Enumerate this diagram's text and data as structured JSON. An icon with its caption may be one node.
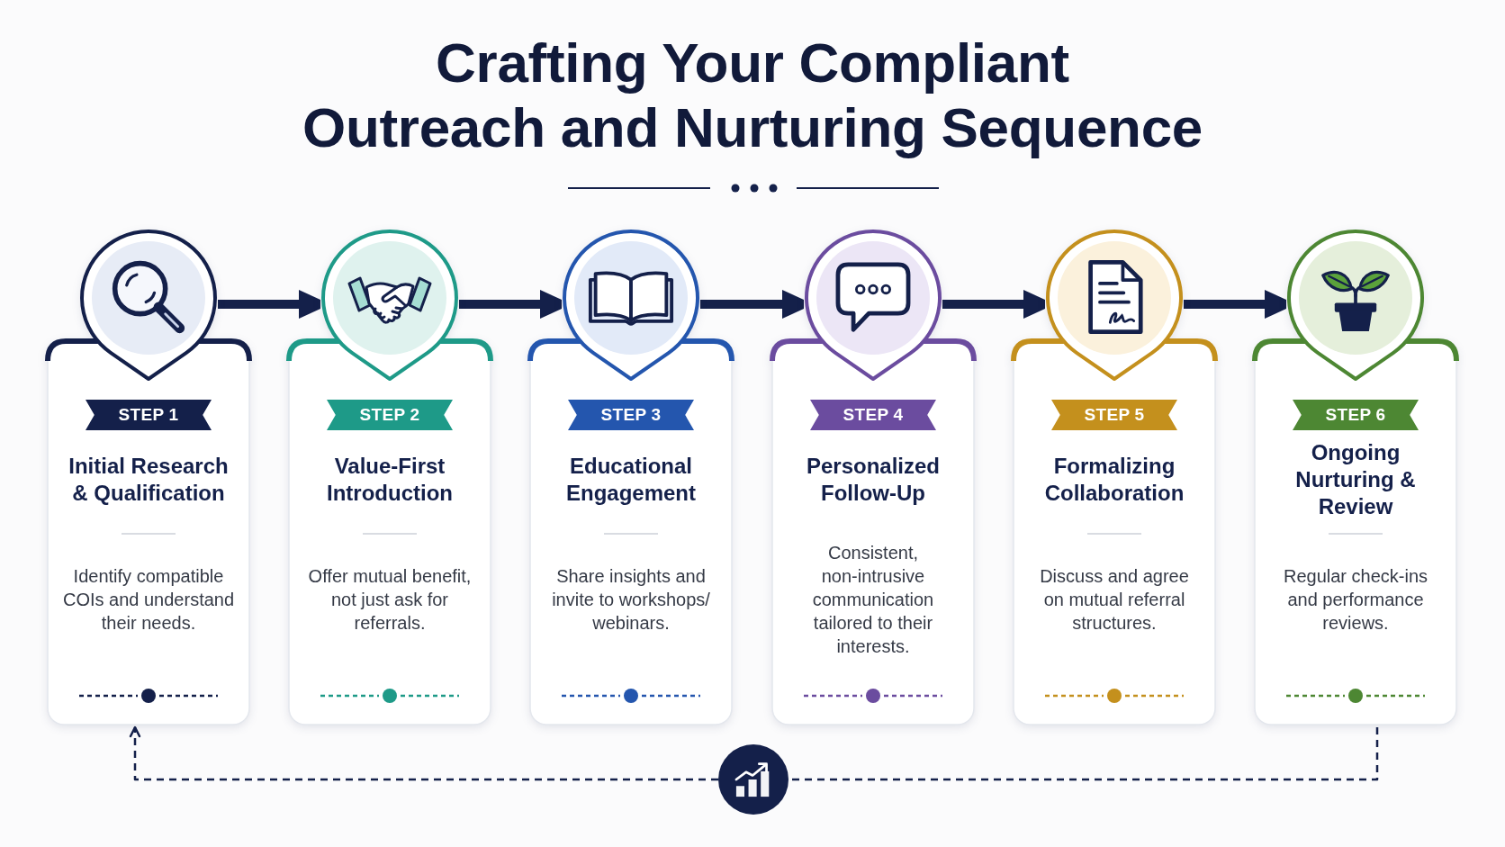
{
  "diagram": {
    "title": "Crafting Your Compliant Outreach and Nurturing Sequence",
    "nodes": [
      {
        "text": [
          "STEP 1",
          "Initial Research & Qualification",
          "Identify compatible COIs and understand their needs."
        ]
      },
      {
        "text": [
          "STEP 2",
          "Value-First Introduction",
          "Offer mutual benefit, not just ask for referrals."
        ]
      },
      {
        "text": [
          "STEP 3",
          "Educational Engagement",
          "Share insights and invite to workshops/webinars."
        ]
      },
      {
        "text": [
          "STEP 4",
          "Personalized Follow-Up",
          "Consistent, non-intrusive communication tailored to their interests."
        ]
      },
      {
        "text": [
          "STEP 5",
          "Formalizing Collaboration",
          "Discuss and agree on mutual referral structures."
        ]
      },
      {
        "text": [
          "STEP 6",
          "Ongoing Nurturing & Review",
          "Regular check-ins and performance reviews."
        ]
      },
      {
        "text": [],
        "shape": "circle"
      }
    ],
    "edges": [
      {
        "from": 0,
        "to": 1,
        "arrow": "to"
      },
      {
        "from": 1,
        "to": 2,
        "arrow": "to"
      },
      {
        "from": 2,
        "to": 3,
        "arrow": "to"
      },
      {
        "from": 3,
        "to": 4,
        "arrow": "to"
      },
      {
        "from": 4,
        "to": 5,
        "arrow": "to"
      },
      {
        "from": 5,
        "to": 6,
        "arrow": "none",
        "style": "dashed"
      },
      {
        "from": 6,
        "to": 0,
        "arrow": "to",
        "style": "dashed"
      }
    ]
  }
}
